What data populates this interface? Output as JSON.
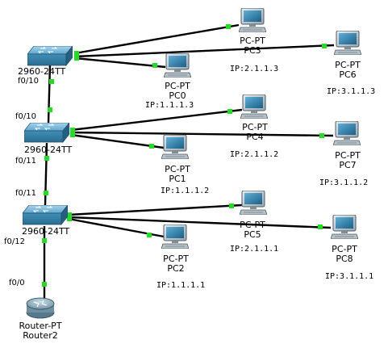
{
  "switches": [
    {
      "name": "2960-24TT"
    },
    {
      "name": "2960-24TT"
    },
    {
      "name": "2960-24TT"
    }
  ],
  "pcs": [
    {
      "type": "PC-PT",
      "name": "PC3",
      "ip": "IP:2.1.1.3"
    },
    {
      "type": "PC-PT",
      "name": "PC6",
      "ip": "IP:3.1.1.3"
    },
    {
      "type": "PC-PT",
      "name": "PC0",
      "ip": "IP:1.1.1.3"
    },
    {
      "type": "PC-PT",
      "name": "PC4",
      "ip": "IP:2.1.1.2"
    },
    {
      "type": "PC-PT",
      "name": "PC7",
      "ip": "IP:3.1.1.2"
    },
    {
      "type": "PC-PT",
      "name": "PC1",
      "ip": "IP:1.1.1.2"
    },
    {
      "type": "PC-PT",
      "name": "PC5",
      "ip": "IP:2.1.1.1"
    },
    {
      "type": "PC-PT",
      "name": "PC8",
      "ip": "IP:3.1.1.1"
    },
    {
      "type": "PC-PT",
      "name": "PC2",
      "ip": "IP:1.1.1.1"
    }
  ],
  "router": {
    "type": "Router-PT",
    "name": "Router2"
  },
  "ports": {
    "sw1_down": "f0/10",
    "sw2_up": "f0/10",
    "sw2_down": "f0/11",
    "sw3_up": "f0/11",
    "sw3_down": "f0/12",
    "router_up": "f0/0"
  },
  "colors": {
    "link": "#000000",
    "link_light": "#22dd22",
    "switch_body": "#3f8fb6",
    "pc_screen": "#2e7fae"
  }
}
